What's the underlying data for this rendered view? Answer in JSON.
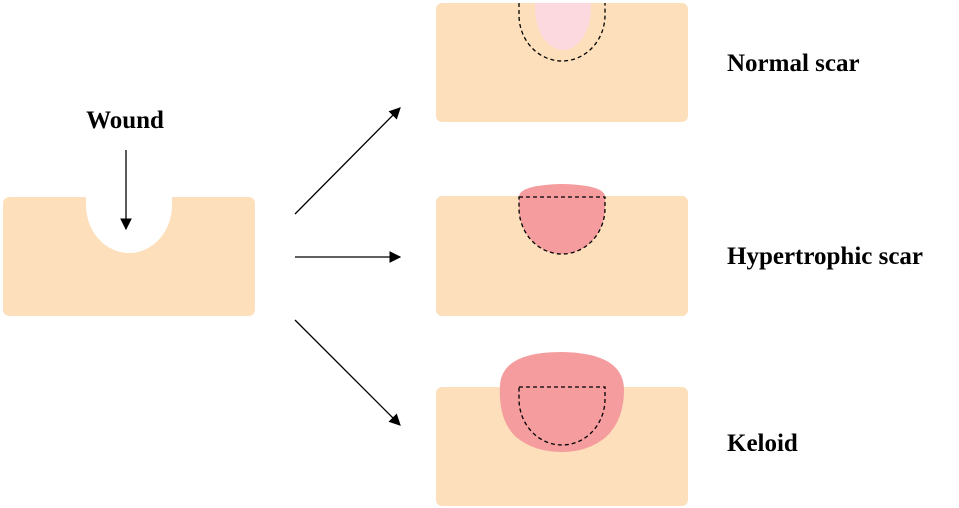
{
  "labels": {
    "wound": "Wound",
    "normal_scar": "Normal scar",
    "hypertrophic_scar": "Hypertrophic scar",
    "keloid": "Keloid"
  },
  "colors": {
    "skin": "#fde0bb",
    "normal_scar_fill": "#fbd9de",
    "raised_scar_fill": "#f59c9e",
    "outline": "#000000",
    "background": "#ffffff"
  }
}
